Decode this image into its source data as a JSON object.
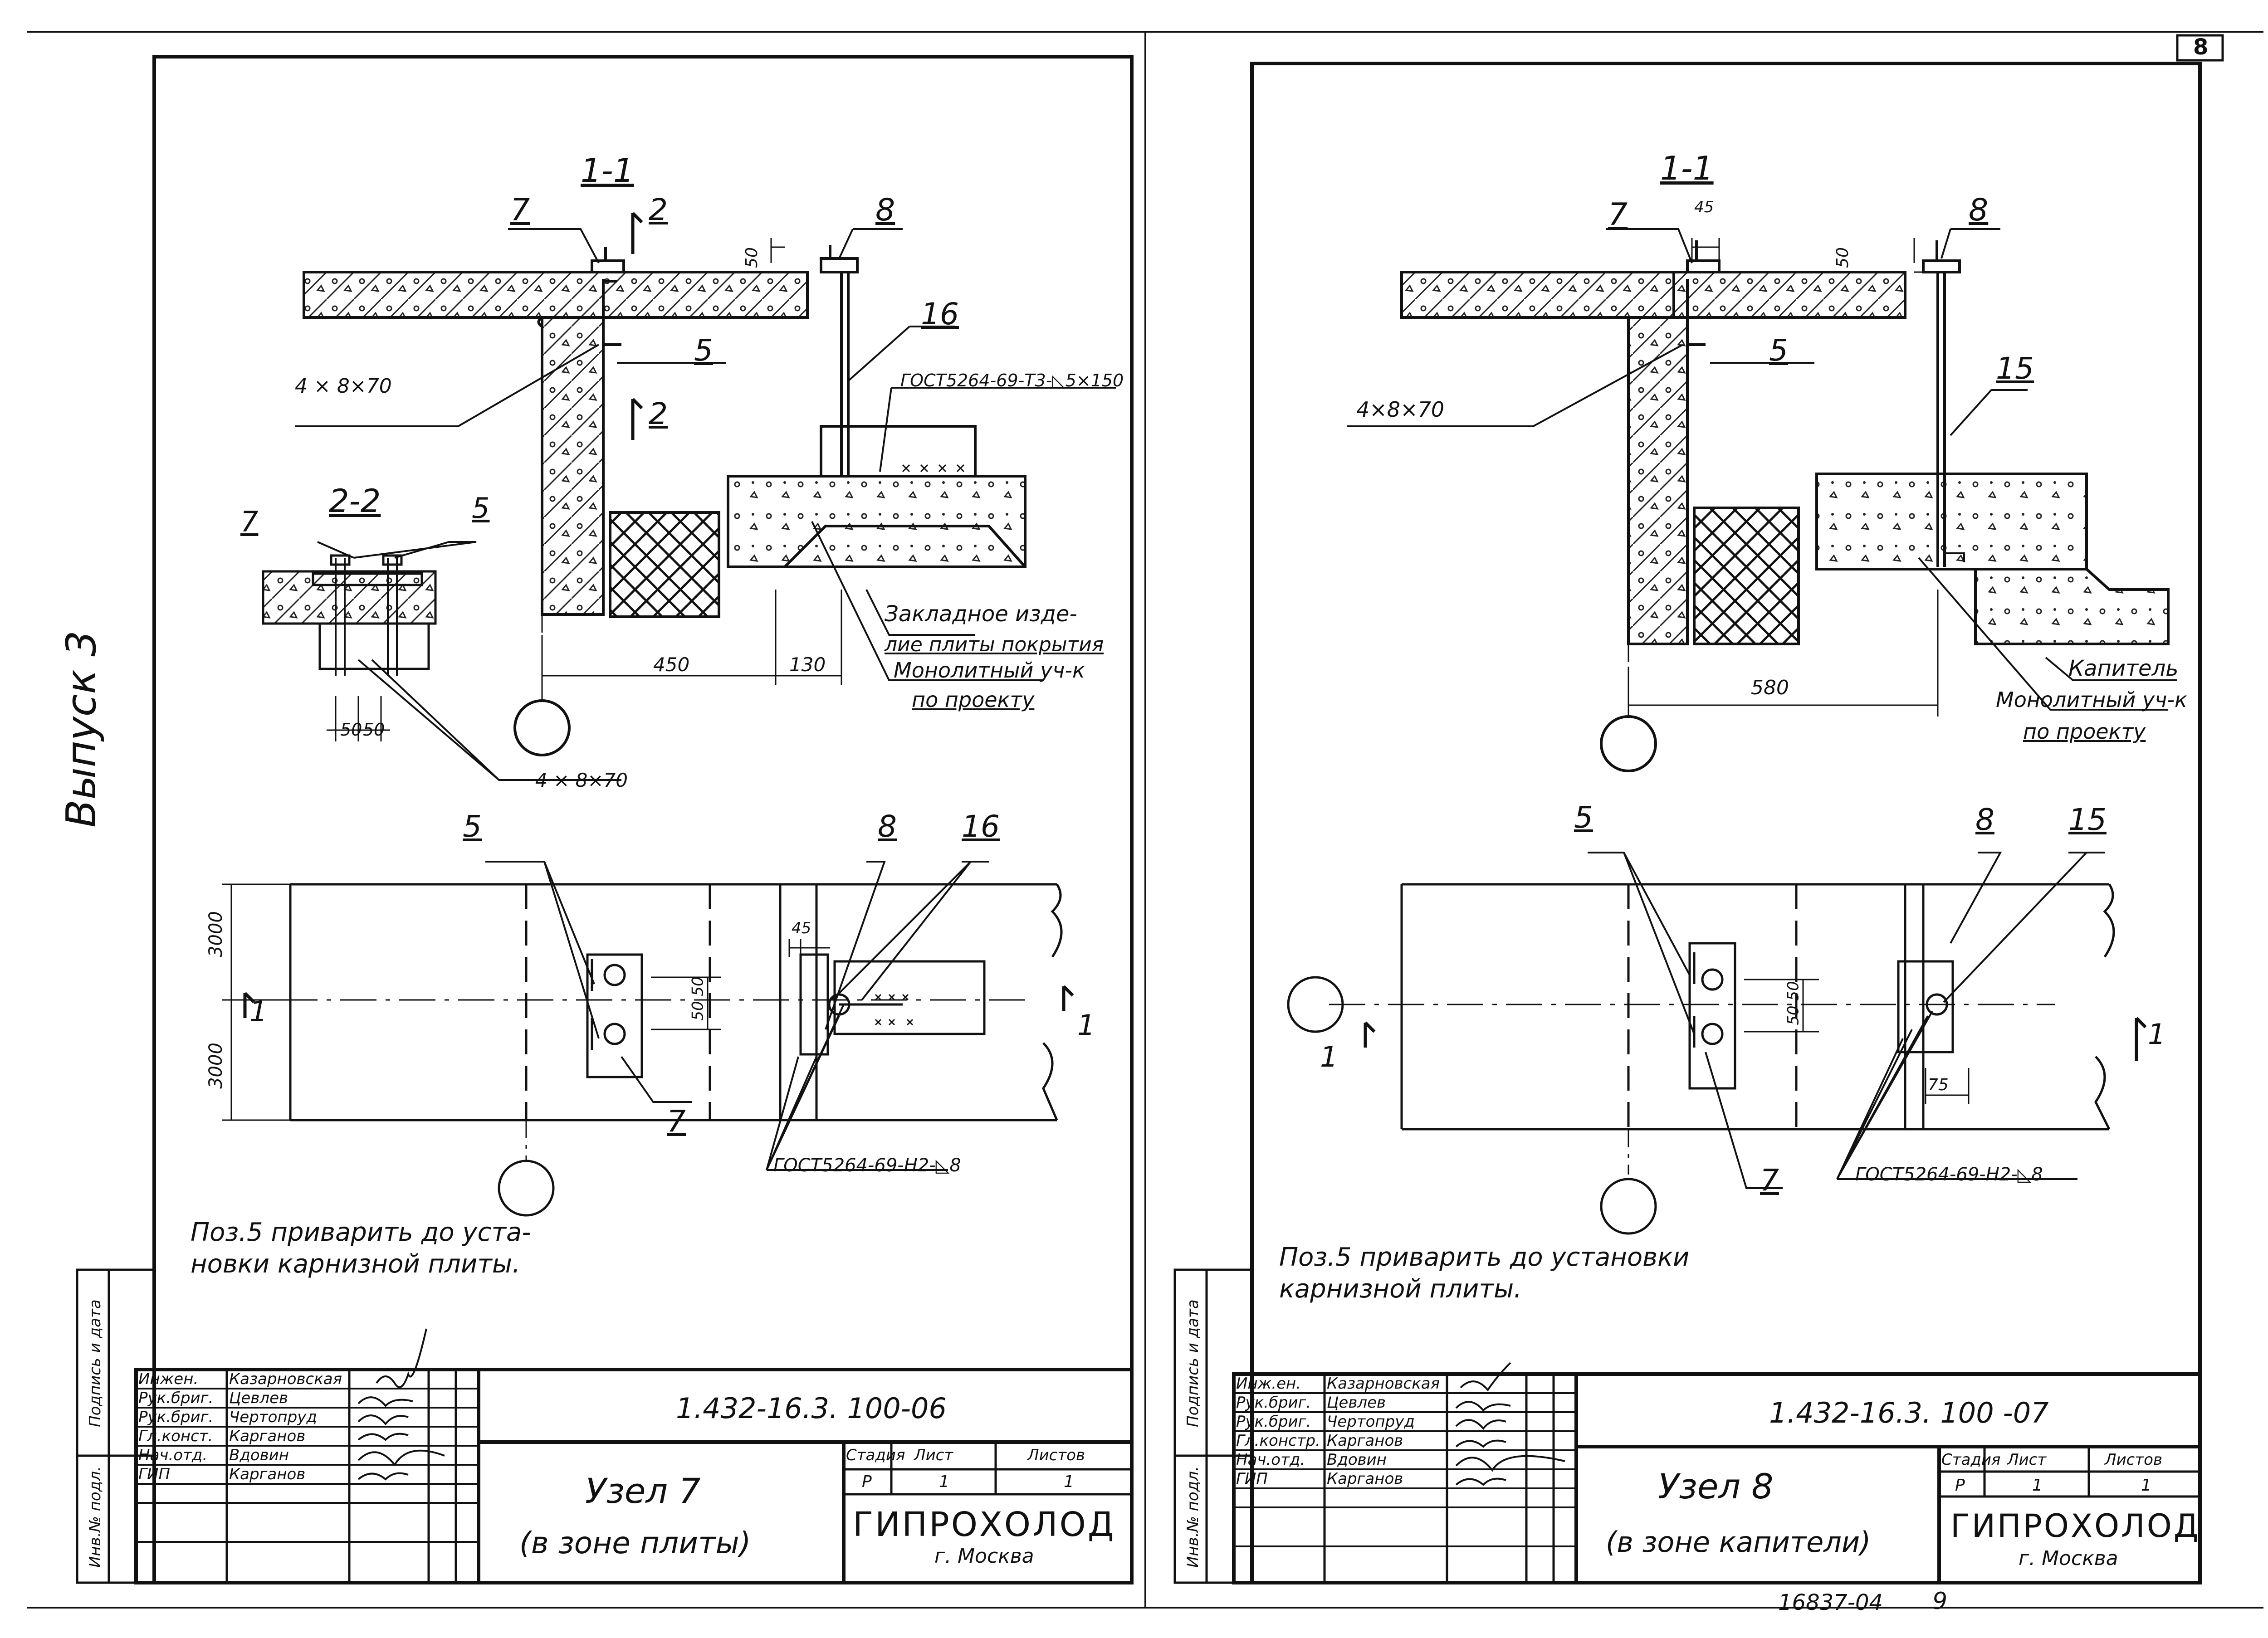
{
  "page": {
    "sheet_number": "8",
    "volume_label": "Выпуск 3",
    "archive_number": "16837-04",
    "archive_page": "9"
  },
  "sheets": [
    {
      "id": "left",
      "section_1_title": "1-1",
      "section_2_title": "2-2",
      "callouts": {
        "pos7": "7",
        "pos8": "8",
        "pos5": "5",
        "pos16": "16",
        "cut2": "2"
      },
      "dims": {
        "d50_top": "50",
        "d450": "450",
        "d130": "130",
        "d50a": "50",
        "d50b": "50",
        "d45": "45",
        "d50_50": "50 50",
        "d3000a": "3000",
        "d3000b": "3000"
      },
      "labels": {
        "weld_size_upper": "4 × 8×70",
        "weld_size_lower": "4 × 8×70",
        "gost_upper": "ГОСТ5264-69-Т3-◺5×150",
        "gost_lower": "ГОСТ5264-69-Н2-◺8",
        "embed_note_1": "Закладное изде-",
        "embed_note_2": "лие плиты покрытия",
        "monolith_1": "Монолитный уч-к",
        "monolith_2": "по проекту",
        "cut_mark": "1"
      },
      "note_line_1": "Поз.5 приварить до уста-",
      "note_line_2": "новки карнизной плиты.",
      "title_block": {
        "doc_code": "1.432-16.3. 100-06",
        "node_title": "Узел 7",
        "node_subtitle": "(в зоне плиты)",
        "org": "ГИПРОХОЛОД",
        "city": "г. Москва",
        "stage_header": "Стадия",
        "sheet_header": "Лист",
        "sheets_header": "Листов",
        "stage": "Р",
        "sheet": "1",
        "sheets": "1",
        "roles": [
          {
            "role": "Инжен.",
            "name": "Казарновская"
          },
          {
            "role": "Рук.бриг.",
            "name": "Цевлев"
          },
          {
            "role": "Рук.бриг.",
            "name": "Чертопруд"
          },
          {
            "role": "Гл.конст.",
            "name": "Карганов"
          },
          {
            "role": "Нач.отд.",
            "name": "Вдовин"
          },
          {
            "role": "ГИП",
            "name": "Карганов"
          }
        ],
        "side_stamp_1": "Инв.№ подл.",
        "side_stamp_2": "Подпись и дата"
      }
    },
    {
      "id": "right",
      "section_1_title": "1-1",
      "callouts": {
        "pos7": "7",
        "pos8": "8",
        "pos5": "5",
        "pos15": "15"
      },
      "dims": {
        "d45": "45",
        "d50_top": "50",
        "d580": "580",
        "d50_50": "50 50",
        "d75": "75"
      },
      "labels": {
        "weld_size": "4×8×70",
        "gost_lower": "ГОСТ5264-69-Н2-◺8",
        "capital": "Капитель",
        "monolith_1": "Монолитный уч-к",
        "monolith_2": "по проекту",
        "cut_mark": "1"
      },
      "note_line_1": "Поз.5 приварить до установки",
      "note_line_2": "карнизной плиты.",
      "title_block": {
        "doc_code": "1.432-16.3. 100 -07",
        "node_title": "Узел 8",
        "node_subtitle": "(в зоне капители)",
        "org": "ГИПРОХОЛОД",
        "city": "г. Москва",
        "stage_header": "Стадия",
        "sheet_header": "Лист",
        "sheets_header": "Листов",
        "stage": "Р",
        "sheet": "1",
        "sheets": "1",
        "roles": [
          {
            "role": "Инж.ен.",
            "name": "Казарновская"
          },
          {
            "role": "Рук.бриг.",
            "name": "Цевлев"
          },
          {
            "role": "Рук.бриг.",
            "name": "Чертопруд"
          },
          {
            "role": "Гл.констр.",
            "name": "Карганов"
          },
          {
            "role": "Нач.отд.",
            "name": "Вдовин"
          },
          {
            "role": "ГИП",
            "name": "Карганов"
          }
        ],
        "side_stamp_1": "Инв.№ подл.",
        "side_stamp_2": "Подпись и дата"
      }
    }
  ]
}
